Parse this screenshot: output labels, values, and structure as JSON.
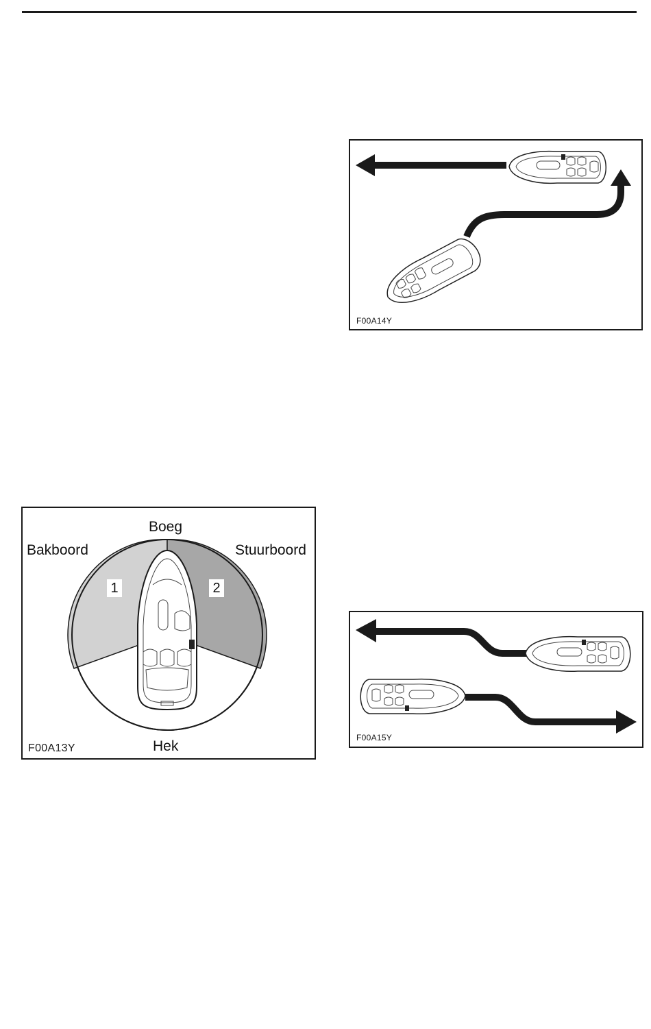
{
  "figures": {
    "fig14": {
      "code": "F00A14Y"
    },
    "fig13": {
      "code": "F00A13Y",
      "labels": {
        "bow": "Boeg",
        "port": "Bakboord",
        "starboard": "Stuurboord",
        "stern": "Hek"
      },
      "zones": {
        "left": "1",
        "right": "2"
      },
      "colors": {
        "zone_left": "#d2d2d2",
        "zone_right": "#a7a7a7"
      }
    },
    "fig15": {
      "code": "F00A15Y"
    }
  }
}
